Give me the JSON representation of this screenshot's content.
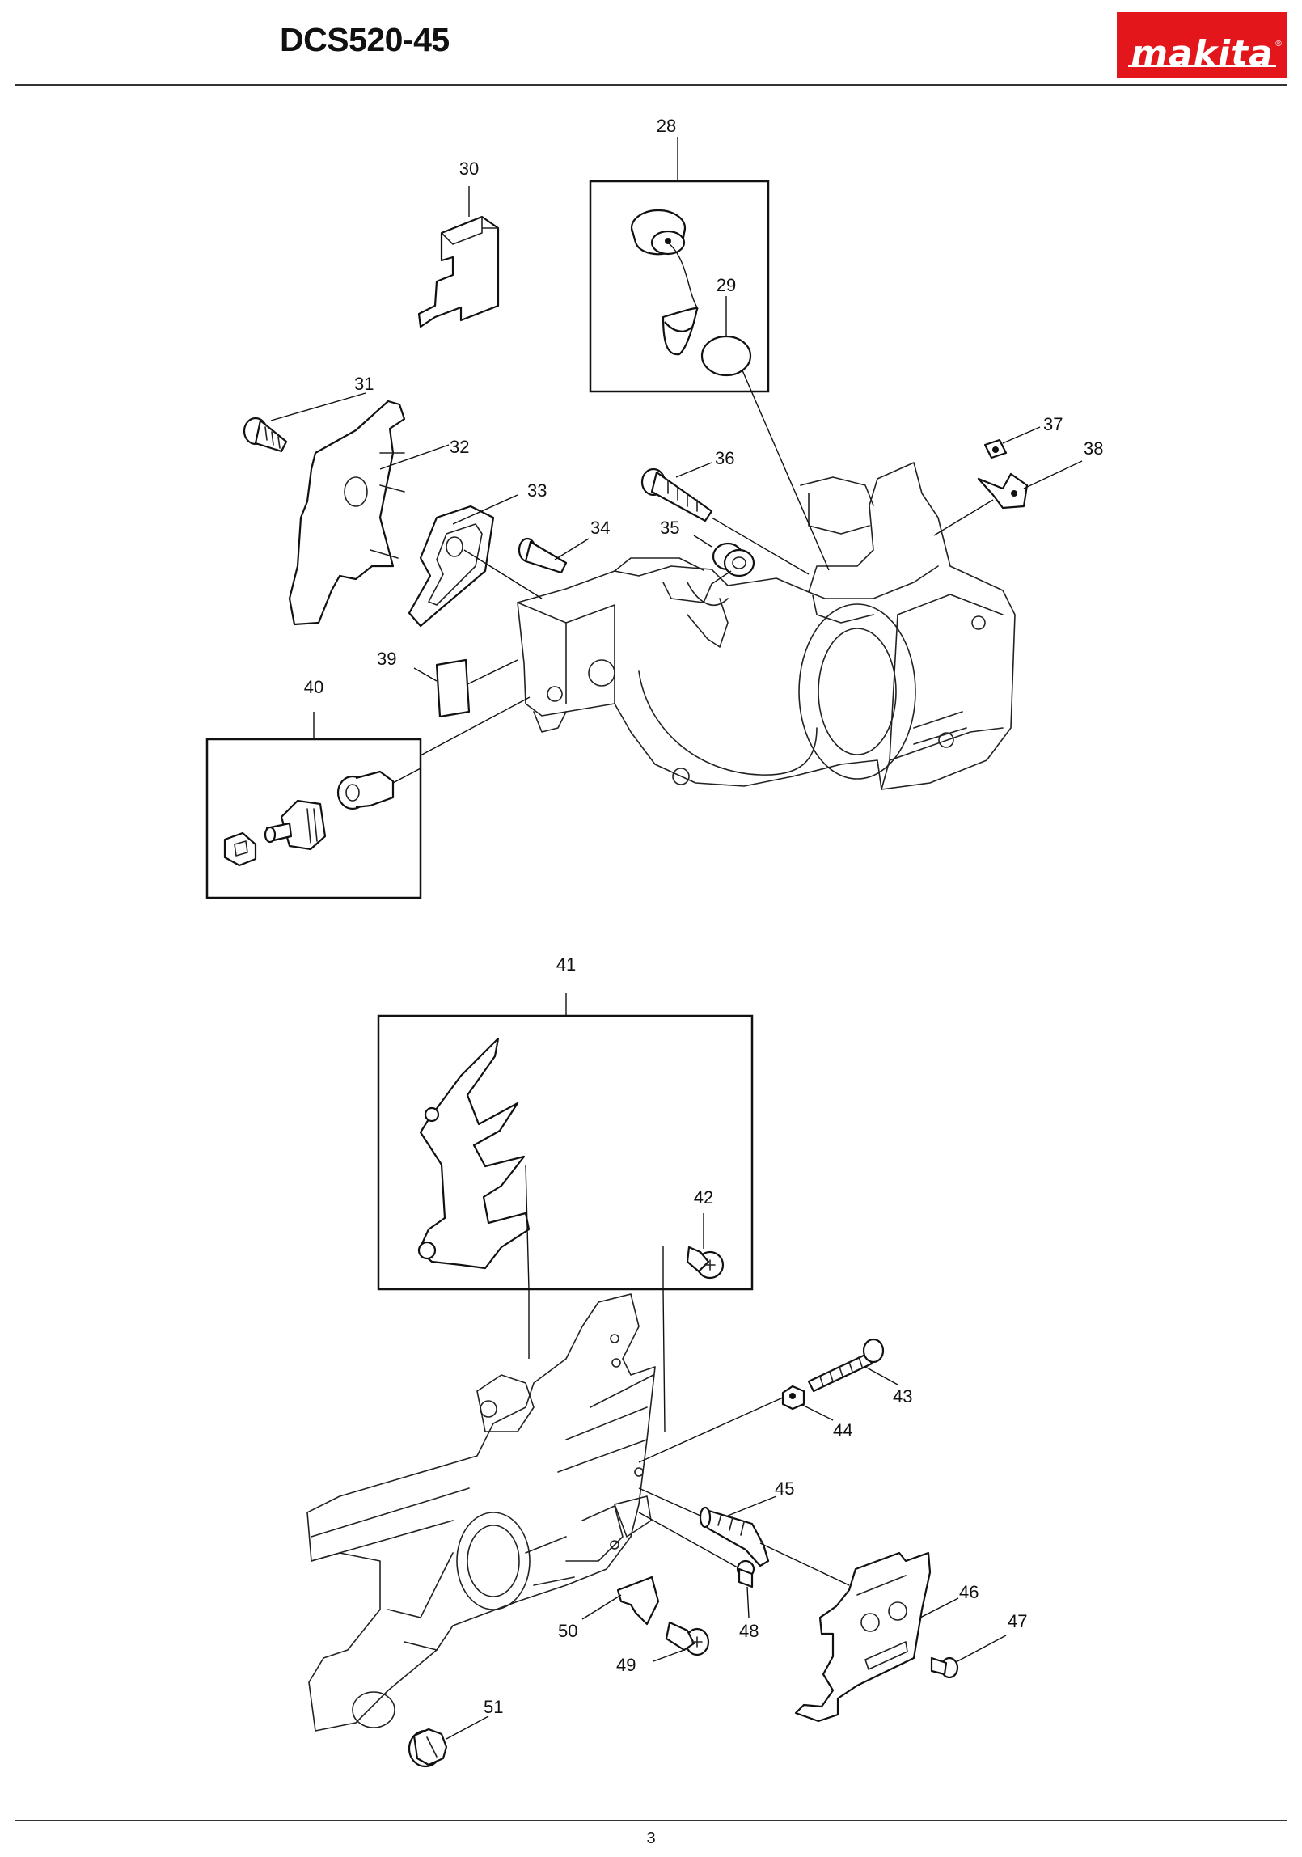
{
  "header": {
    "title": "DCS520-45"
  },
  "logo": {
    "text": "makita",
    "registered": "®",
    "color": "#e3161b"
  },
  "callouts": {
    "c28": "28",
    "c29": "29",
    "c30": "30",
    "c31": "31",
    "c32": "32",
    "c33": "33",
    "c34": "34",
    "c35": "35",
    "c36": "36",
    "c37": "37",
    "c38": "38",
    "c39": "39",
    "c40": "40",
    "c41": "41",
    "c42": "42",
    "c43": "43",
    "c44": "44",
    "c45": "45",
    "c46": "46",
    "c47": "47",
    "c48": "48",
    "c49": "49",
    "c50": "50",
    "c51": "51"
  },
  "footer": {
    "page_number": "3"
  }
}
